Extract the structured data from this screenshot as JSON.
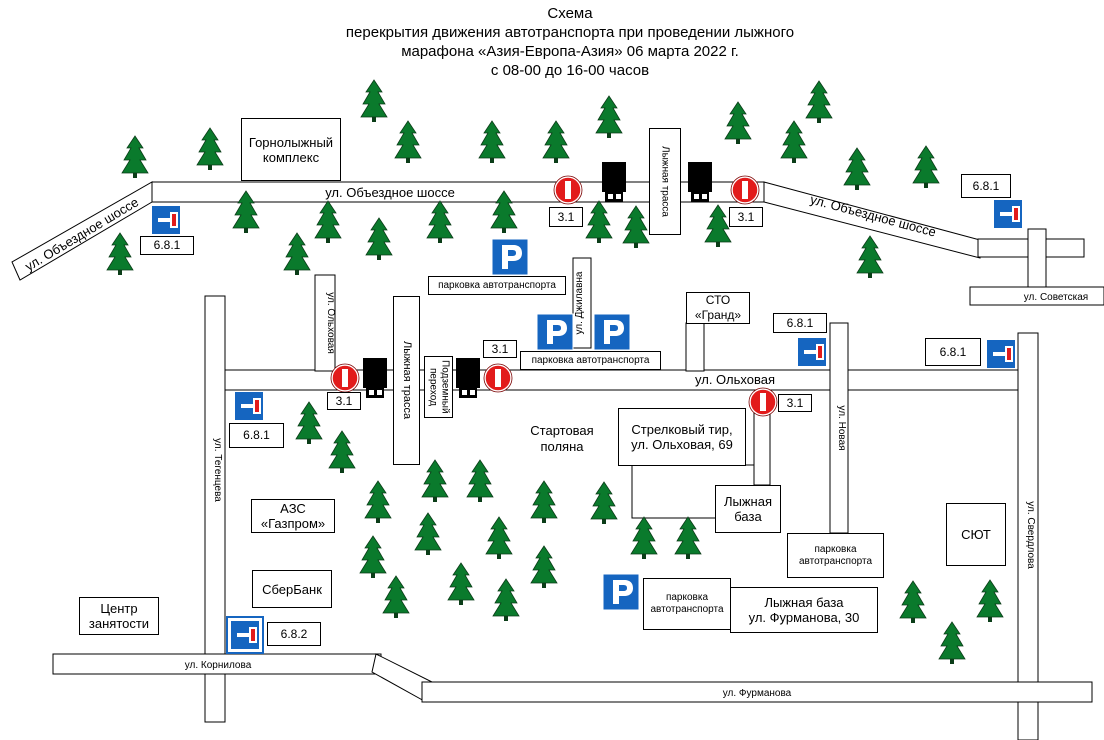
{
  "title": {
    "l1": "Схема",
    "l2": "перекрытия движения  автотранспорта при проведении лыжного",
    "l3": "марафона «Азия-Европа-Азия» 06 марта 2022 г.",
    "l4": "с 08-00 до 16-00 часов"
  },
  "roads": {
    "obezdnoe": "ул. Объездное шоссе",
    "olkhovaya": "ул. Ольховая",
    "dzhilavna": "ул. Джилавна",
    "novaya": "ул. Новая",
    "teguntseva": "ул. Тегенцева",
    "sverdlova": "ул. Свердлова",
    "kornilova": "ул. Корнилова",
    "furmanova": "ул. Фурманова",
    "sovetskaya": "ул. Советская"
  },
  "places": {
    "ski_complex": "Горнолыжный комплекс",
    "ski_track": "Лыжная трасса",
    "underpass": "Подземный\nпереход",
    "parking": "парковка автотранспорта",
    "parking_wrapped": "парковка\nавтотранспорта",
    "sto_grand": "СТО\n«Гранд»",
    "shooting_range": "Стрелковый тир,\nул. Ольховая, 69",
    "ski_base": "Лыжная\nбаза",
    "ski_base_furmanova": "Лыжная база\nул. Фурманова, 30",
    "gas_station": "АЗС\n«Газпром»",
    "sberbank": "СберБанк",
    "employment_center": "Центр\nзанятости",
    "syut": "СЮТ",
    "start_field": "Стартовая\nполяна"
  },
  "signs": {
    "s31": "3.1",
    "s681": "6.8.1",
    "s682": "6.8.2"
  },
  "icons": {
    "no_entry": "no-entry-sign-icon",
    "dead_end": "dead-end-sign-icon",
    "parking": "parking-sign-icon",
    "truck": "truck-icon",
    "tree": "tree-icon"
  },
  "colors": {
    "sign_blue": "#1565c0",
    "sign_red": "#e21b1b",
    "tree_green": "#0a7a2c"
  }
}
